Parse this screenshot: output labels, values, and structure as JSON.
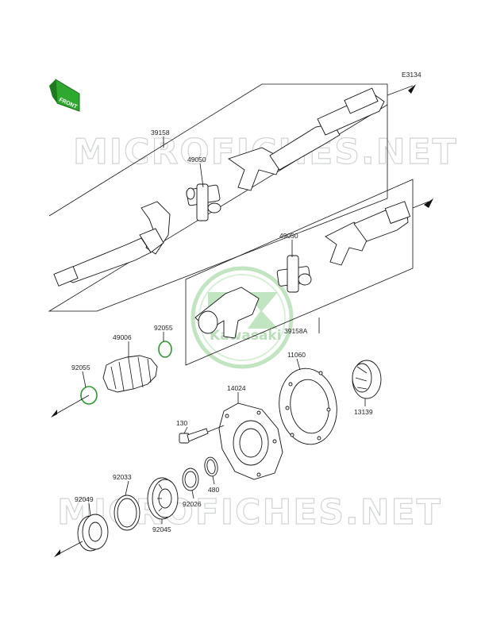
{
  "diagram_code": "E3134",
  "front_badge": "FRONT",
  "watermarks": [
    "MICROFICHES.NET",
    "MICROFICHES.NET"
  ],
  "logo_text": "Kawasaki",
  "parts": [
    {
      "id": "39158"
    },
    {
      "id": "49050"
    },
    {
      "id": "49050"
    },
    {
      "id": "39158A"
    },
    {
      "id": "49006"
    },
    {
      "id": "92055"
    },
    {
      "id": "92055"
    },
    {
      "id": "11060"
    },
    {
      "id": "14024"
    },
    {
      "id": "13139"
    },
    {
      "id": "130"
    },
    {
      "id": "92033"
    },
    {
      "id": "480"
    },
    {
      "id": "92026"
    },
    {
      "id": "92049"
    },
    {
      "id": "92045"
    }
  ]
}
